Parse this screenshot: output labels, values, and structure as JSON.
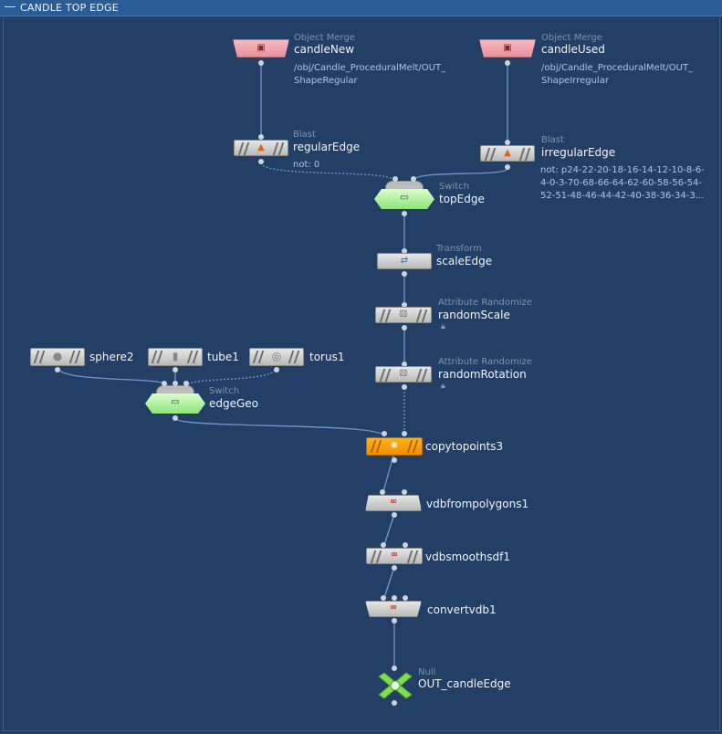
{
  "header": {
    "collapse_glyph": "—",
    "title": "CANDLE TOP EDGE"
  },
  "nodes": {
    "candleNew": {
      "type": "Object Merge",
      "name": "candleNew",
      "info_1": "/obj/Candle_ProceduralMelt/OUT_",
      "info_2": "ShapeRegular"
    },
    "candleUsed": {
      "type": "Object Merge",
      "name": "candleUsed",
      "info_1": "/obj/Candle_ProceduralMelt/OUT_",
      "info_2": "ShapeIrregular"
    },
    "regularEdge": {
      "type": "Blast",
      "name": "regularEdge",
      "info_1": "not: 0"
    },
    "irregularEdge": {
      "type": "Blast",
      "name": "irregularEdge",
      "info_1": "not: p24-22-20-18-16-14-12-10-8-6-",
      "info_2": "4-0-3-70-68-66-64-62-60-58-56-54-",
      "info_3": "52-51-48-46-44-42-40-38-36-34-3..."
    },
    "topEdge": {
      "type": "Switch",
      "name": "topEdge"
    },
    "scaleEdge": {
      "type": "Transform",
      "name": "scaleEdge"
    },
    "randomScale": {
      "type": "Attribute Randomize",
      "name": "randomScale"
    },
    "randomRotation": {
      "type": "Attribute Randomize",
      "name": "randomRotation"
    },
    "sphere2": {
      "name": "sphere2"
    },
    "tube1": {
      "name": "tube1"
    },
    "torus1": {
      "name": "torus1"
    },
    "edgeGeo": {
      "type": "Switch",
      "name": "edgeGeo"
    },
    "copytopoints3": {
      "name": "copytopoints3"
    },
    "vdbfrompolygons1": {
      "name": "vdbfrompolygons1"
    },
    "vdbsmoothsdf1": {
      "name": "vdbsmoothsdf1"
    },
    "convertvdb1": {
      "name": "convertvdb1"
    },
    "OUT_candleEdge": {
      "type": "Null",
      "name": "OUT_candleEdge"
    }
  },
  "colors": {
    "background": "#233f66",
    "header": "#2a5d96",
    "wire": "#6f98cf",
    "object_merge": "#f2a7b0",
    "switch": "#a9f095",
    "copytopoints": "#ffa20f",
    "null": "#7fe04f"
  },
  "icons": [
    "object-merge-icon",
    "blast-icon",
    "switch-icon",
    "transform-icon",
    "attribute-randomize-icon",
    "sphere-icon",
    "tube-icon",
    "torus-icon",
    "copy-icon",
    "vdb-icon",
    "null-icon",
    "lock-icon"
  ]
}
